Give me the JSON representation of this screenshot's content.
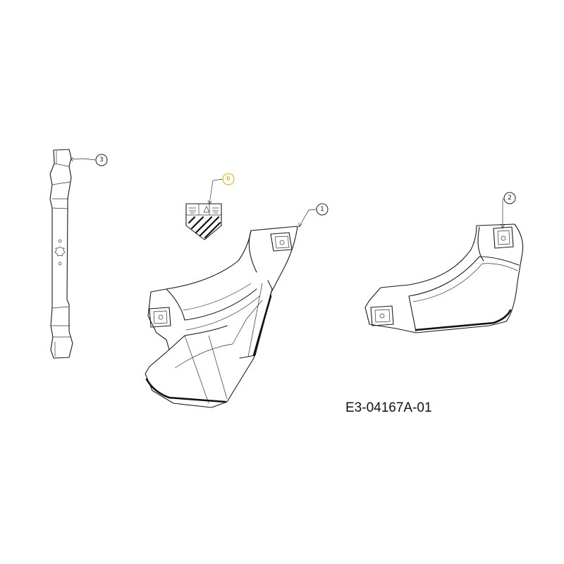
{
  "callouts": {
    "blade": "3",
    "label": "6",
    "deflector_left": "1",
    "deflector_right": "2"
  },
  "reference_code": "E3-04167A-01",
  "colors": {
    "line": "#1a1a1a",
    "highlight": "#d8b400"
  }
}
